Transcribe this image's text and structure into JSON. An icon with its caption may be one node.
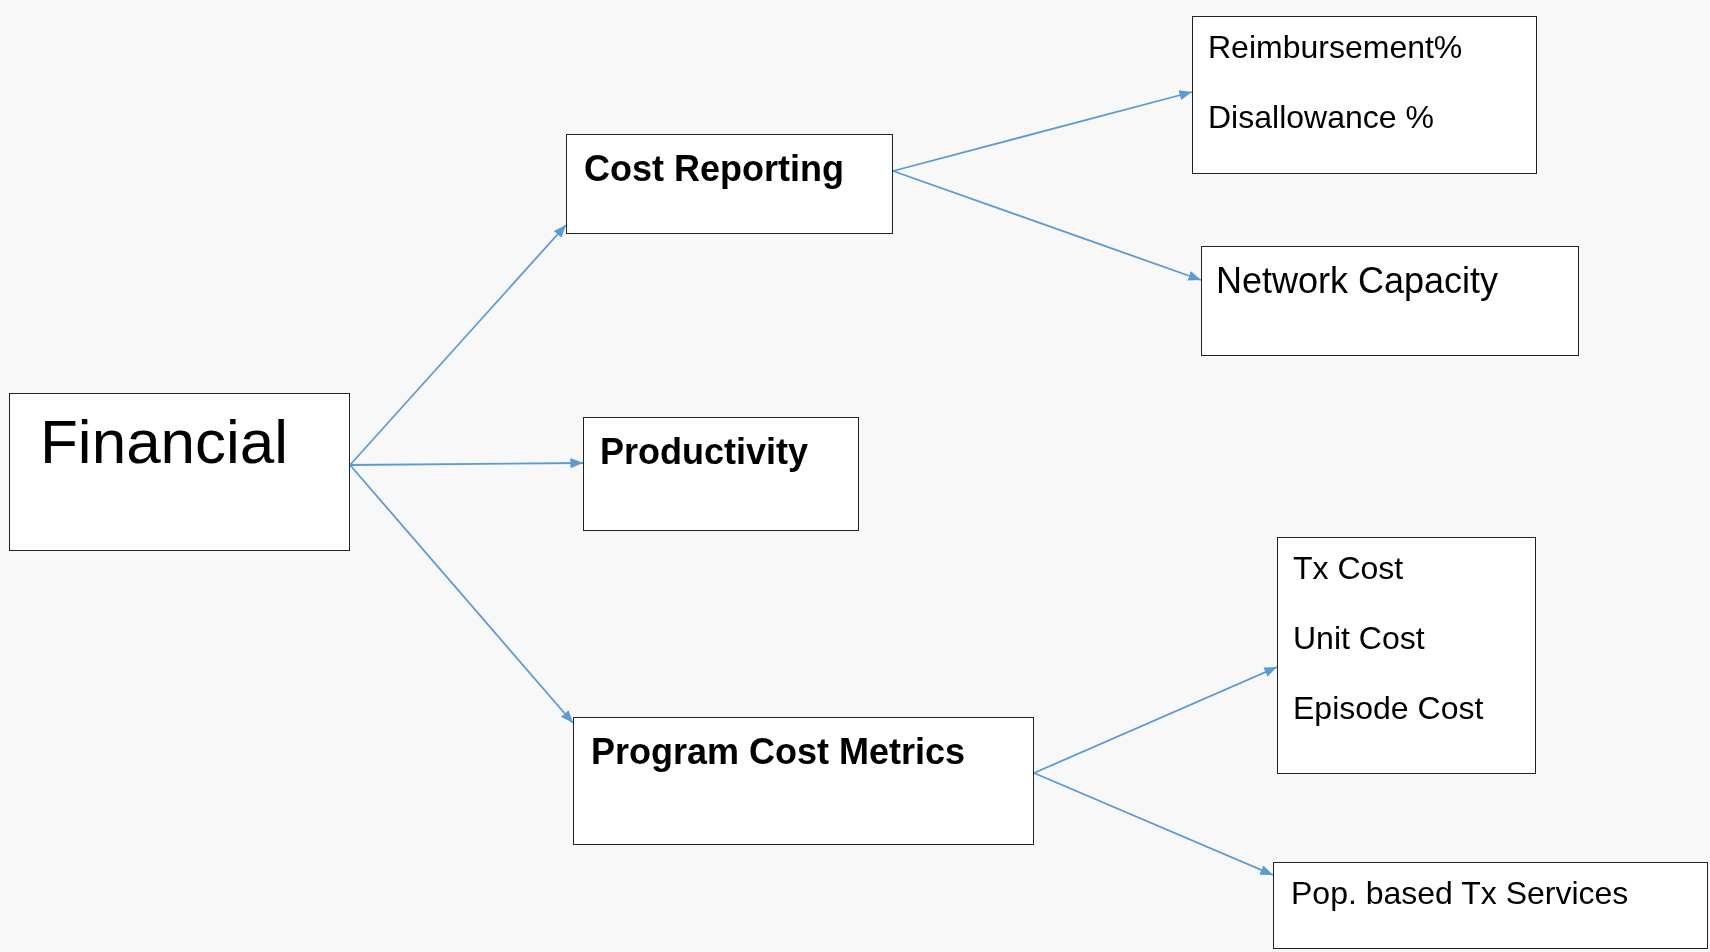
{
  "diagram": {
    "nodes": [
      {
        "text": [
          "Financial"
        ]
      },
      {
        "text": [
          "Cost Reporting"
        ]
      },
      {
        "text": [
          "Productivity"
        ]
      },
      {
        "text": [
          "Program Cost Metrics"
        ]
      },
      {
        "text": [
          "Reimbursement%",
          "Disallowance %"
        ]
      },
      {
        "text": [
          "Network Capacity"
        ]
      },
      {
        "text": [
          "Tx Cost",
          "Unit Cost",
          "Episode Cost"
        ]
      },
      {
        "text": [
          "Pop. based Tx Services"
        ]
      }
    ],
    "edges": [
      {
        "from": 0,
        "to": 1,
        "arrow": "to"
      },
      {
        "from": 0,
        "to": 2,
        "arrow": "to"
      },
      {
        "from": 0,
        "to": 3,
        "arrow": "to"
      },
      {
        "from": 1,
        "to": 4,
        "arrow": "to"
      },
      {
        "from": 1,
        "to": 5,
        "arrow": "to"
      },
      {
        "from": 3,
        "to": 6,
        "arrow": "to"
      },
      {
        "from": 3,
        "to": 7,
        "arrow": "to"
      }
    ]
  }
}
